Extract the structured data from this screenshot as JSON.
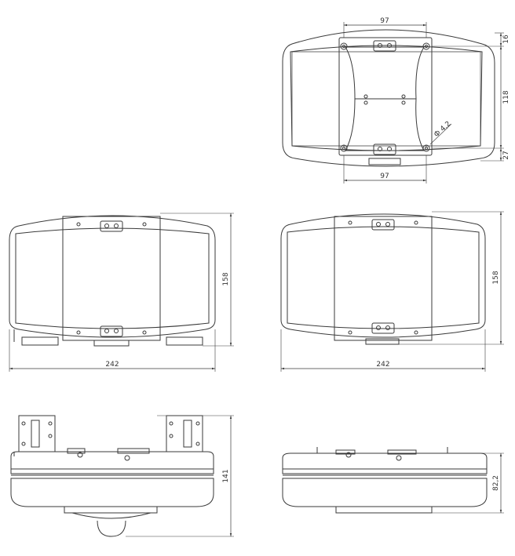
{
  "drawing": {
    "stroke": "#3a3a3a",
    "fill": "#ffffff",
    "window_fill": "#ffffff",
    "dims": {
      "top_view_width_top": "97",
      "top_view_width_bottom": "97",
      "top_view_offset_top": "16",
      "top_view_height": "118",
      "top_view_offset_bottom": "27",
      "top_view_hole_dia": "Ф 4,2",
      "front_left_width": "242",
      "front_left_height": "158",
      "front_right_width": "242",
      "front_right_height": "158",
      "side_left_height": "141",
      "side_right_height": "82,2"
    }
  }
}
